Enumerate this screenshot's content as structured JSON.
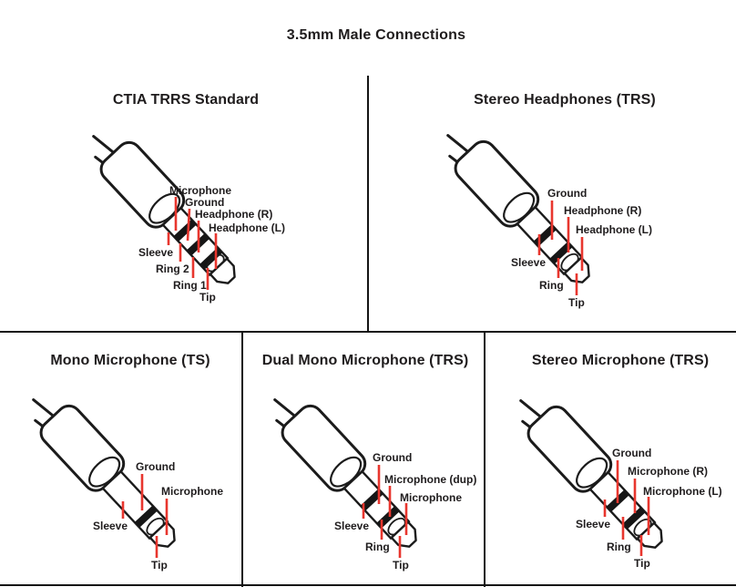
{
  "title": "3.5mm Male Connections",
  "colors": {
    "background": "#ffffff",
    "line_art": "#1b1b1b",
    "text": "#1f1c1d",
    "leader_line": "#e8362e"
  },
  "panels": [
    {
      "title": "CTIA TRRS Standard",
      "connector_type": "TRRS",
      "pin_labels": {
        "top": [
          "Microphone",
          "Ground",
          "Headphone (R)",
          "Headphone (L)"
        ],
        "bottom": [
          "Sleeve",
          "Ring 2",
          "Ring 1",
          "Tip"
        ]
      }
    },
    {
      "title": "Stereo Headphones (TRS)",
      "connector_type": "TRS",
      "pin_labels": {
        "top": [
          "Ground",
          "Headphone (R)",
          "Headphone (L)"
        ],
        "bottom": [
          "Sleeve",
          "Ring",
          "Tip"
        ]
      }
    },
    {
      "title": "Mono Microphone (TS)",
      "connector_type": "TS",
      "pin_labels": {
        "top": [
          "Ground",
          "Microphone"
        ],
        "bottom": [
          "Sleeve",
          "Tip"
        ]
      }
    },
    {
      "title": "Dual Mono Microphone (TRS)",
      "connector_type": "TRS",
      "pin_labels": {
        "top": [
          "Ground",
          "Microphone (dup)",
          "Microphone"
        ],
        "bottom": [
          "Sleeve",
          "Ring",
          "Tip"
        ]
      }
    },
    {
      "title": "Stereo Microphone (TRS)",
      "connector_type": "TRS",
      "pin_labels": {
        "top": [
          "Ground",
          "Microphone (R)",
          "Microphone (L)"
        ],
        "bottom": [
          "Sleeve",
          "Ring",
          "Tip"
        ]
      }
    }
  ]
}
